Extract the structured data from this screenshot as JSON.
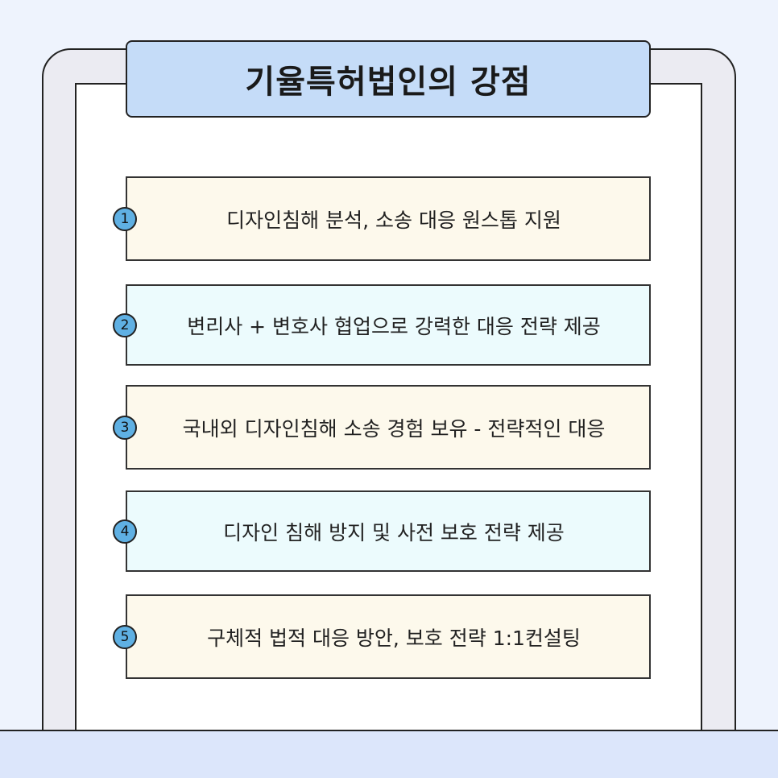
{
  "title": "기율특허법인의 강점",
  "items": [
    {
      "number": "1",
      "text": "디자인침해 분석, 소송 대응 원스톱 지원"
    },
    {
      "number": "2",
      "text": "변리사 + 변호사 협업으로 강력한 대응 전략 제공"
    },
    {
      "number": "3",
      "text": "국내외 디자인침해 소송 경험 보유 - 전략적인 대응"
    },
    {
      "number": "4",
      "text": "디자인 침해 방지 및 사전 보호 전략 제공"
    },
    {
      "number": "5",
      "text": "구체적 법적 대응 방안, 보호 전략 1:1컨설팅"
    }
  ],
  "colors": {
    "background": "#eef3fd",
    "title_banner": "#c5dcf8",
    "item_cream": "#fdf9ec",
    "item_cyan": "#ecfbfd",
    "badge": "#5fb0e3",
    "bottom_band": "#dce6fb"
  }
}
